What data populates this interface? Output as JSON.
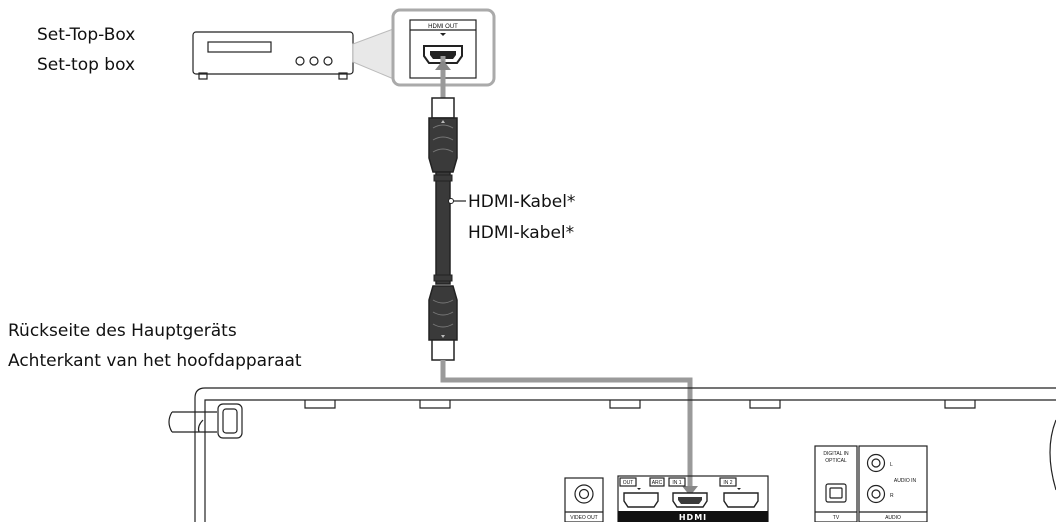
{
  "set_top_box": {
    "label_de": "Set-Top-Box",
    "label_nl": "Set-top box",
    "port_label": "HDMI OUT"
  },
  "cable": {
    "label_de": "HDMI-Kabel*",
    "label_nl": "HDMI-kabel*"
  },
  "main_unit": {
    "label_de": "Rückseite des Hauptgeräts",
    "label_nl": "Achterkant van het hoofdapparaat",
    "video_out": "VIDEO OUT",
    "hdmi_out": "OUT",
    "arc": "ARC",
    "hdmi_in1": "IN 1",
    "hdmi_in2": "IN 2",
    "hdmi_logo": "HDMI",
    "digital_in": "DIGITAL IN",
    "optical": "OPTICAL",
    "tv": "TV",
    "audio_in": "AUDIO IN",
    "audio_l": "L",
    "audio_r": "R",
    "audio": "AUDIO"
  },
  "colors": {
    "stroke": "#222222",
    "highlight_gray": "#9a9a9a",
    "cable_fill": "#3a3a3a"
  }
}
